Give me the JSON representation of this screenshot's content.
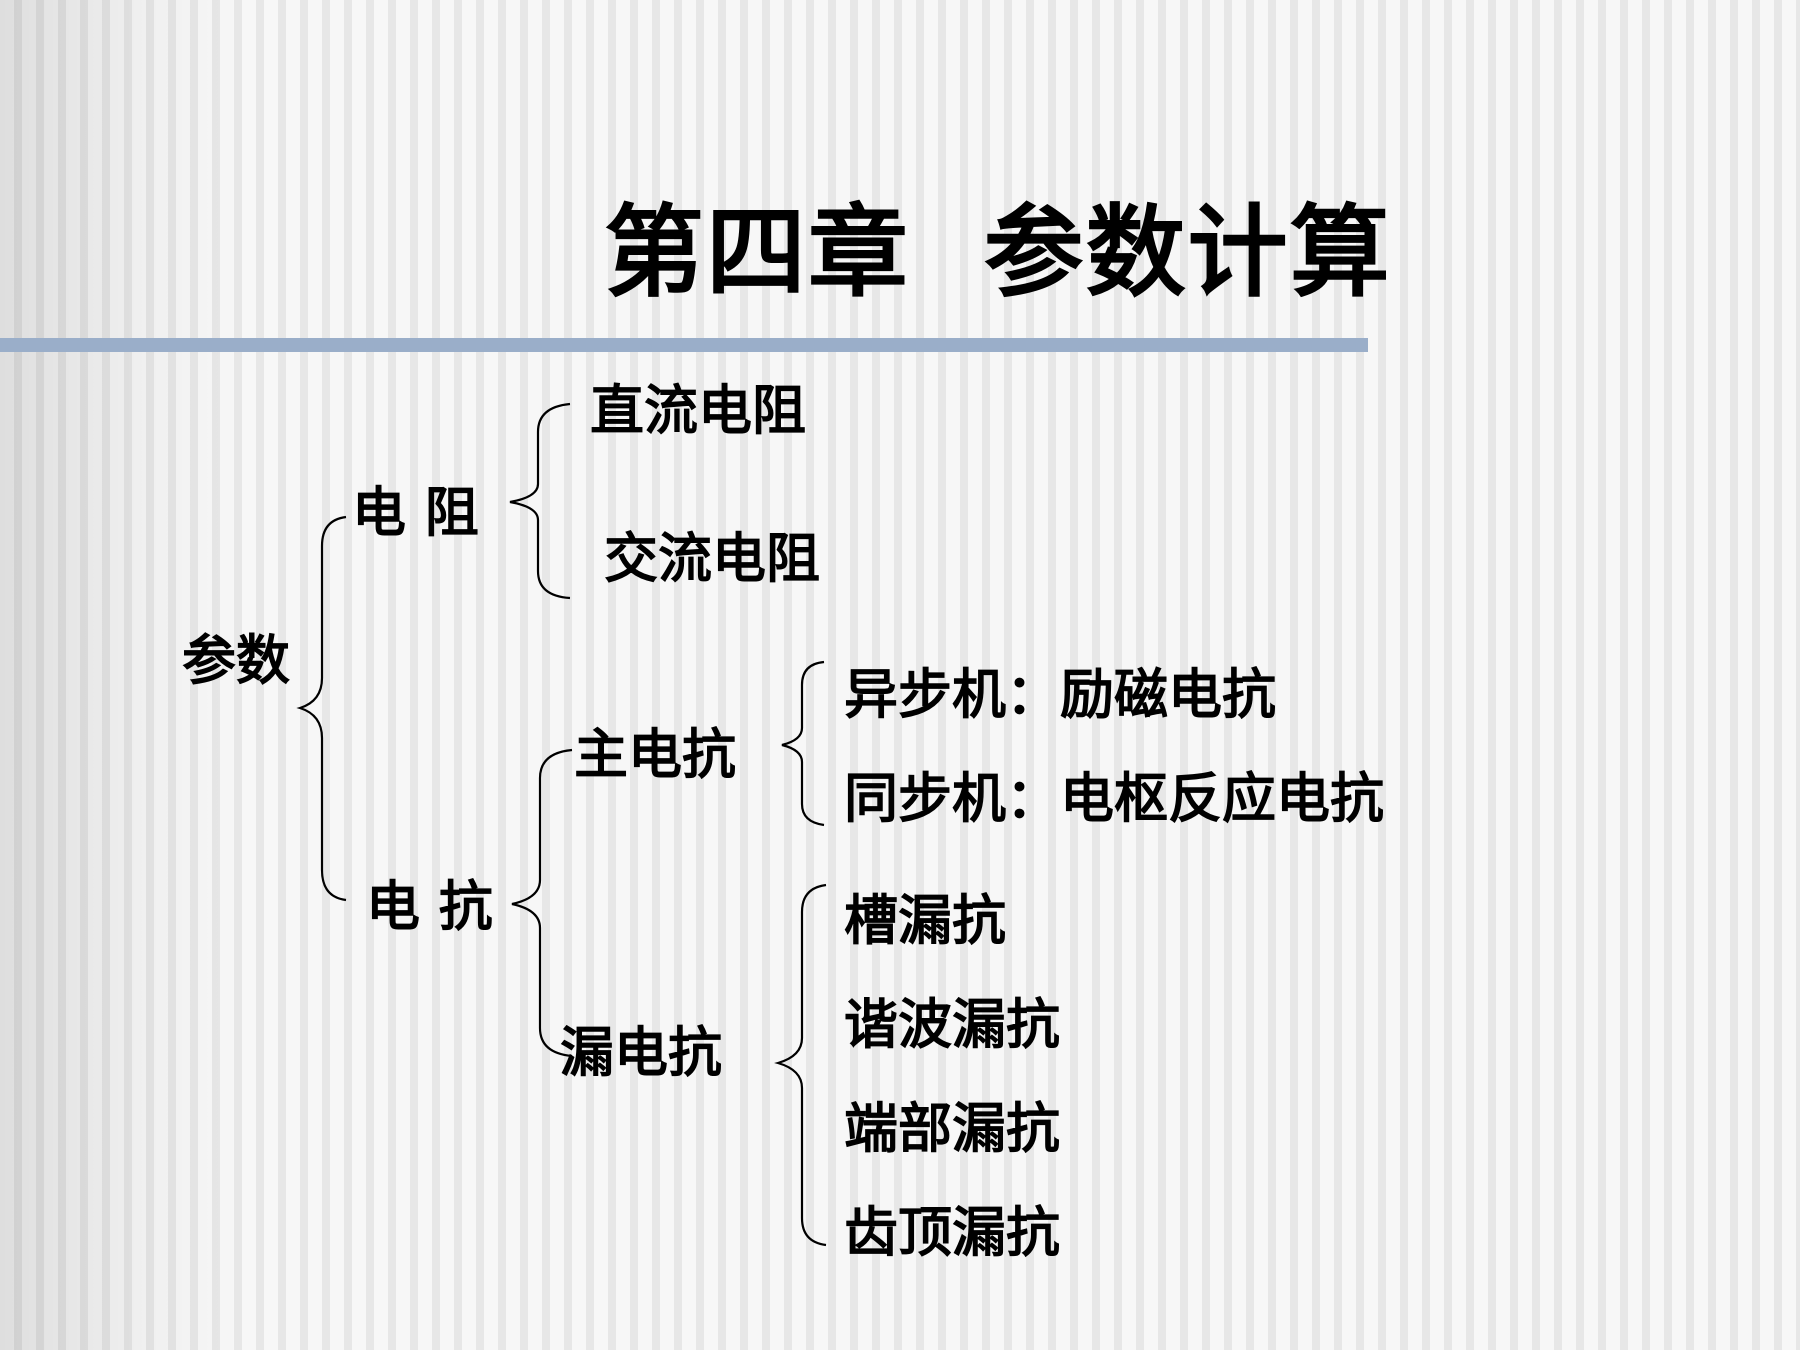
{
  "slide": {
    "title": "第四章  参数计算",
    "accent_rule_color": "#9aaec9"
  },
  "diagram": {
    "root": "参数",
    "resistance": {
      "label": "电 阻",
      "children": [
        "直流电阻",
        "交流电阻"
      ]
    },
    "reactance": {
      "label": "电 抗",
      "main": {
        "label": "主电抗",
        "children": [
          "异步机：励磁电抗",
          "同步机：电枢反应电抗"
        ]
      },
      "leakage": {
        "label": "漏电抗",
        "children": [
          "槽漏抗",
          "谐波漏抗",
          "端部漏抗",
          "齿顶漏抗"
        ]
      }
    }
  }
}
